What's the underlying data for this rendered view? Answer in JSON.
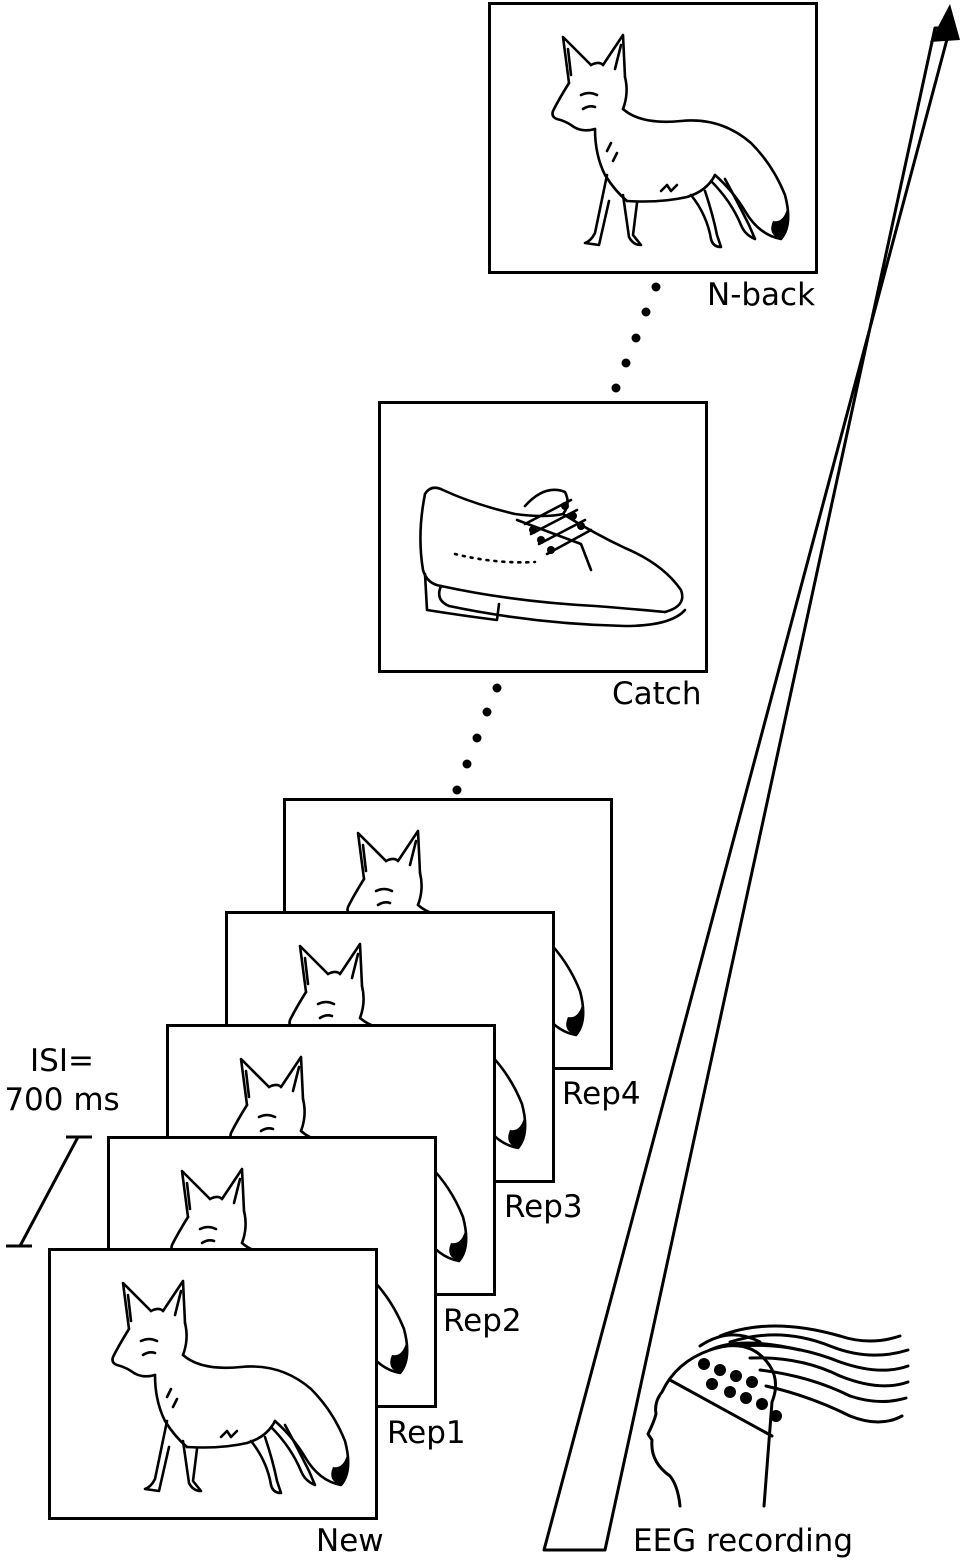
{
  "stimuli": [
    {
      "id": "new",
      "label": "New",
      "picture": "fox"
    },
    {
      "id": "rep1",
      "label": "Rep1",
      "picture": "fox"
    },
    {
      "id": "rep2",
      "label": "Rep2",
      "picture": "fox"
    },
    {
      "id": "rep3",
      "label": "Rep3",
      "picture": "fox"
    },
    {
      "id": "rep4",
      "label": "Rep4",
      "picture": "fox"
    },
    {
      "id": "catch",
      "label": "Catch",
      "picture": "shoe"
    },
    {
      "id": "nback",
      "label": "N-back",
      "picture": "fox"
    }
  ],
  "isi": {
    "line1": "ISI=",
    "line2": "700 ms"
  },
  "eeg": {
    "label": "EEG recording",
    "icon": "eeg-head-icon"
  },
  "time_axis": {
    "icon": "time-arrow"
  }
}
